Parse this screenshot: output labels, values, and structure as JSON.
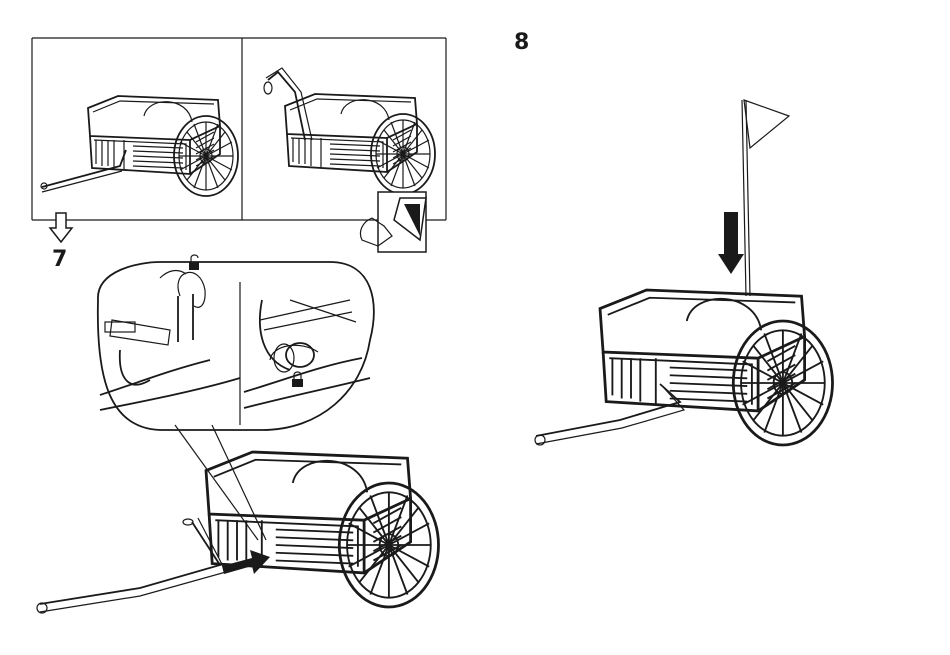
{
  "steps": {
    "step7": {
      "number": "7"
    },
    "step8": {
      "number": "8"
    }
  },
  "icons": {
    "down_arrow": "outline-down-arrow-icon",
    "page_turn": "page-turn-icon",
    "lock_open": "unlocked-padlock-icon",
    "lock_closed": "locked-padlock-icon",
    "push_arrow": "solid-arrow-icon",
    "flag": "safety-flag"
  },
  "colors": {
    "ink": "#1a1a1a",
    "paper": "#ffffff"
  }
}
